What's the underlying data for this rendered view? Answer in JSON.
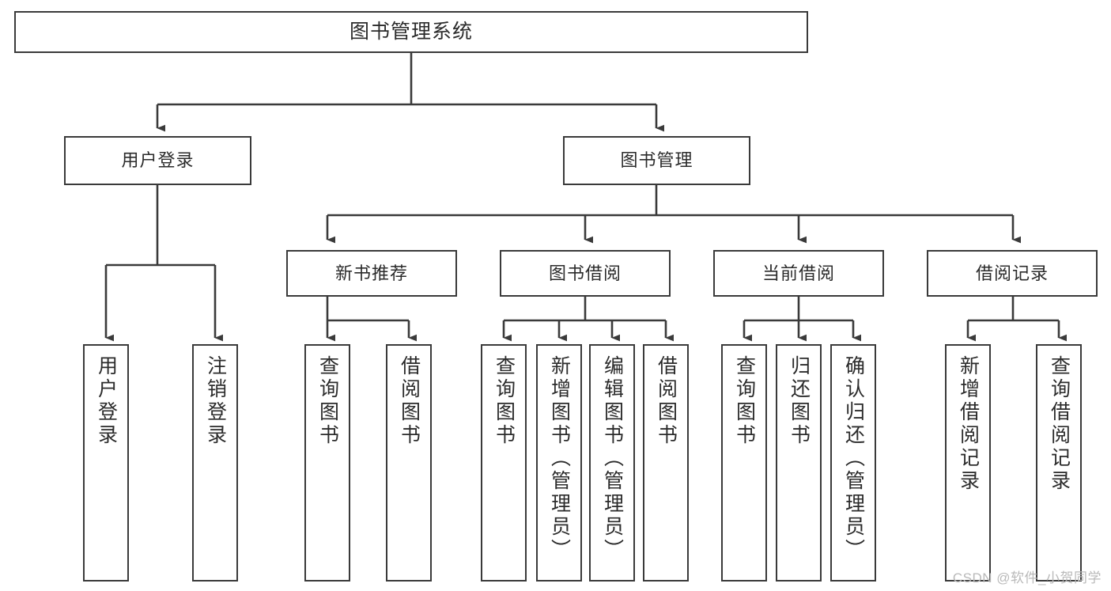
{
  "diagram": {
    "title": "图书管理系统",
    "watermark": "CSDN @软件_小贺同学",
    "colors": {
      "background": "#ffffff",
      "box_stroke": "#3a3a3a",
      "box_fill": "#ffffff",
      "text": "#2b2b2b",
      "connector": "#3a3a3a",
      "watermark": "#b9b9b9"
    },
    "root": {
      "label": "图书管理系统"
    },
    "tier1": [
      {
        "label": "用户登录"
      },
      {
        "label": "图书管理"
      }
    ],
    "tier2": [
      {
        "label": "新书推荐"
      },
      {
        "label": "图书借阅"
      },
      {
        "label": "当前借阅"
      },
      {
        "label": "借阅记录"
      }
    ],
    "leaves": {
      "user_login": [
        {
          "label": "用户登录"
        },
        {
          "label": "注销登录"
        }
      ],
      "new_book": [
        {
          "label": "查询图书"
        },
        {
          "label": "借阅图书"
        }
      ],
      "borrow_book": [
        {
          "label": "查询图书"
        },
        {
          "label": "新增图书（管理员）"
        },
        {
          "label": "编辑图书（管理员）"
        },
        {
          "label": "借阅图书"
        }
      ],
      "current_borrow": [
        {
          "label": "查询图书"
        },
        {
          "label": "归还图书"
        },
        {
          "label": "确认归还（管理员）"
        }
      ],
      "borrow_record": [
        {
          "label": "新增借阅记录"
        },
        {
          "label": "查询借阅记录"
        }
      ]
    }
  }
}
